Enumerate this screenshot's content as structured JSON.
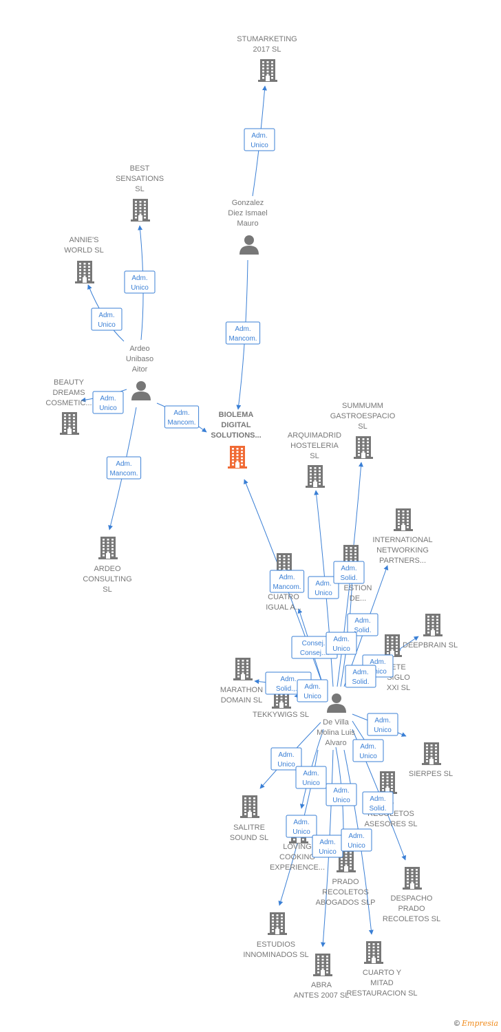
{
  "colors": {
    "edge": "#3a7fd5",
    "company": "#777777",
    "focus": "#f06a35",
    "person": "#777777"
  },
  "nodes": [
    {
      "id": "stumarketing",
      "type": "company",
      "label": [
        "STUMARKETING",
        "2017  SL"
      ]
    },
    {
      "id": "gonzalez",
      "type": "person",
      "label": [
        "Gonzalez",
        "Diez Ismael",
        "Mauro"
      ]
    },
    {
      "id": "best",
      "type": "company",
      "label": [
        "BEST",
        "SENSATIONS",
        "SL"
      ]
    },
    {
      "id": "annies",
      "type": "company",
      "label": [
        "ANNIE'S",
        "WORLD SL"
      ]
    },
    {
      "id": "ardeo_p",
      "type": "person",
      "label": [
        "Ardeo",
        "Unibaso",
        "Aitor"
      ]
    },
    {
      "id": "beauty",
      "type": "company",
      "label": [
        "BEAUTY",
        "DREAMS",
        "COSMETIC..."
      ]
    },
    {
      "id": "biolema",
      "type": "focus",
      "label": [
        "BIOLEMA",
        "DIGITAL",
        "SOLUTIONS..."
      ]
    },
    {
      "id": "ardeo_c",
      "type": "company",
      "label": [
        "ARDEO",
        "CONSULTING",
        "SL"
      ]
    },
    {
      "id": "summum",
      "type": "company",
      "label": [
        "SUMMUMM",
        "GASTROESPACIO",
        "SL"
      ]
    },
    {
      "id": "arquimadrid",
      "type": "company",
      "label": [
        "ARQUIMADRID",
        "HOSTELERIA",
        "SL"
      ]
    },
    {
      "id": "international",
      "type": "company",
      "label": [
        "INTERNATIONAL",
        "NETWORKING",
        "PARTNERS..."
      ]
    },
    {
      "id": "cuatro",
      "type": "company",
      "label": [
        "CUATRO",
        "IGUAL A..."
      ]
    },
    {
      "id": "gestion",
      "type": "company",
      "label": [
        "A",
        "ESTION",
        "DE..."
      ]
    },
    {
      "id": "deepbrain",
      "type": "company",
      "label": [
        "DEEPBRAIN  SL"
      ]
    },
    {
      "id": "siglo",
      "type": "company",
      "label": [
        "ETE",
        "SIGLO",
        "XXI SL"
      ]
    },
    {
      "id": "marathon",
      "type": "company",
      "label": [
        "MARATHON",
        "DOMAIN  SL"
      ]
    },
    {
      "id": "tekky",
      "type": "company",
      "label": [
        "TEKKYWIGS SL"
      ]
    },
    {
      "id": "devilla",
      "type": "person",
      "label": [
        "De Villa",
        "Molina Luis",
        "Alvaro"
      ]
    },
    {
      "id": "sierpes",
      "type": "company",
      "label": [
        "SIERPES  SL"
      ]
    },
    {
      "id": "asesores",
      "type": "company",
      "label": [
        "O",
        "RECOLETOS",
        "ASESORES SL"
      ]
    },
    {
      "id": "salitre",
      "type": "company",
      "label": [
        "SALITRE",
        "SOUND  SL"
      ]
    },
    {
      "id": "loving",
      "type": "company",
      "label": [
        "LOVING",
        "COOKING",
        "EXPERIENCE..."
      ]
    },
    {
      "id": "prado_ab",
      "type": "company",
      "label": [
        "PRADO",
        "RECOLETOS",
        "ABOGADOS  SLP"
      ]
    },
    {
      "id": "despacho",
      "type": "company",
      "label": [
        "DESPACHO",
        "PRADO",
        "RECOLETOS SL"
      ]
    },
    {
      "id": "estudios",
      "type": "company",
      "label": [
        "ESTUDIOS",
        "INNOMINADOS SL"
      ]
    },
    {
      "id": "abra",
      "type": "company",
      "label": [
        "ABRA",
        "ANTES 2007 SL"
      ]
    },
    {
      "id": "cuarto",
      "type": "company",
      "label": [
        "CUARTO Y",
        "MITAD",
        "RESTAURACION SL"
      ]
    }
  ],
  "edges": [
    {
      "label": [
        "Adm.",
        "Unico"
      ]
    },
    {
      "label": [
        "Adm.",
        "Mancom."
      ]
    },
    {
      "label": [
        "Adm.",
        "Unico"
      ]
    },
    {
      "label": [
        "Adm.",
        "Unico"
      ]
    },
    {
      "label": [
        "Adm.",
        "Unico"
      ]
    },
    {
      "label": [
        "Adm.",
        "Mancom."
      ]
    },
    {
      "label": [
        "Adm.",
        "Mancom."
      ]
    },
    {
      "label": [
        "Adm.",
        "Mancom."
      ]
    },
    {
      "label": [
        "Adm.",
        "Unico"
      ]
    },
    {
      "label": [
        "Adm.",
        "Solid."
      ]
    },
    {
      "label": [
        "Adm.",
        "Solid."
      ]
    },
    {
      "label": [
        "Consej..",
        "Consej...."
      ]
    },
    {
      "label": [
        "Adm.",
        "Unico"
      ]
    },
    {
      "label": [
        "Adm.",
        "Unico"
      ]
    },
    {
      "label": [
        "Adm.",
        "Solid."
      ]
    },
    {
      "label": [
        "Adm.",
        "Solid.,..."
      ]
    },
    {
      "label": [
        "Adm.",
        "Unico"
      ]
    },
    {
      "label": [
        "Adm.",
        "Unico"
      ]
    },
    {
      "label": [
        "Adm.",
        "Unico"
      ]
    },
    {
      "label": [
        "Adm.",
        "Unico"
      ]
    },
    {
      "label": [
        "Adm.",
        "Unico"
      ]
    },
    {
      "label": [
        "Adm.",
        "Solid."
      ]
    },
    {
      "label": [
        "Adm.",
        "Unico"
      ]
    },
    {
      "label": [
        "Adm.",
        "Unico"
      ]
    },
    {
      "label": [
        "Adm.",
        "Unico"
      ]
    },
    {
      "label": [
        "Adm.",
        "Unico"
      ]
    }
  ],
  "credit": {
    "symbol": "©",
    "brand": "Empresia"
  }
}
